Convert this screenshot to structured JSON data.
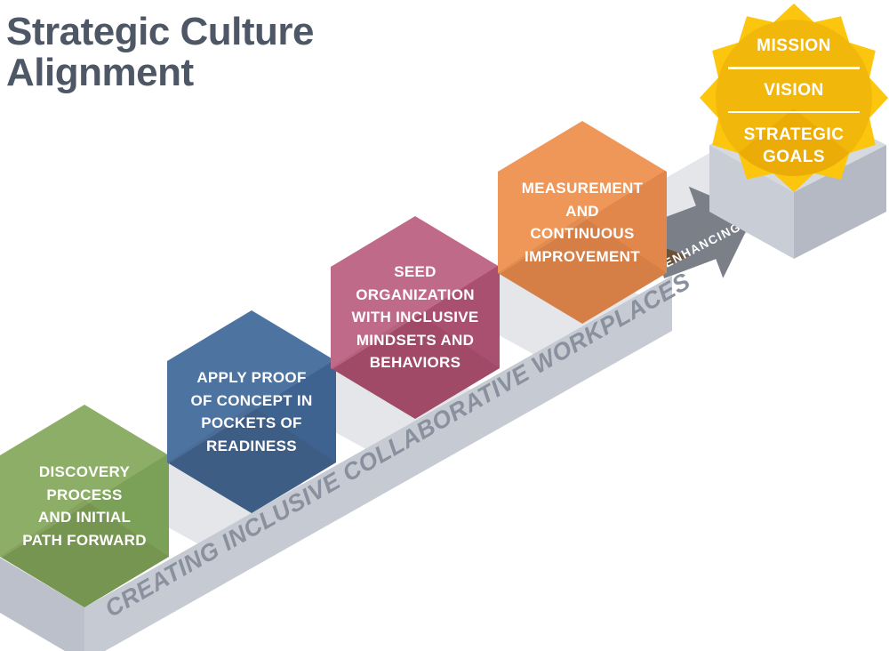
{
  "title": {
    "text": "Strategic Culture\nAlignment",
    "color": "#4d5765"
  },
  "ramp": {
    "label": "CREATING INCLUSIVE COLLABORATIVE WORKPLACES",
    "label_color": "#8a919e",
    "front_face_color": "#c6cad3",
    "side_face_color": "#bcc0ca",
    "step_face_color": "#e4e6ea"
  },
  "arrow": {
    "label": "ENHANCING",
    "label_color": "#ffffff",
    "color": "#7a7f88",
    "shadow_color": "#6b5136"
  },
  "steps": [
    {
      "id": "discovery",
      "label": "DISCOVERY\nPROCESS\nAND INITIAL\nPATH FORWARD",
      "color_light": "#8cae67",
      "color_dark": "#7ba057"
    },
    {
      "id": "apply-proof",
      "label": "APPLY PROOF\nOF CONCEPT IN\nPOCKETS OF\nREADINESS",
      "color_light": "#4d74a1",
      "color_dark": "#3e6390"
    },
    {
      "id": "seed-organization",
      "label": "SEED\nORGANIZATION\nWITH INCLUSIVE\nMINDSETS AND\nBEHAVIORS",
      "color_light": "#c06a8a",
      "color_dark": "#a94f70"
    },
    {
      "id": "measurement",
      "label": "MEASUREMENT\nAND\nCONTINUOUS\nIMPROVEMENT",
      "color_light": "#ef9759",
      "color_dark": "#e2874b"
    }
  ],
  "badge": {
    "items": [
      "MISSION",
      "VISION",
      "STRATEGIC\nGOALS"
    ],
    "text_color": "#ffffff",
    "divider_color": "#ffffff",
    "star_color": "#fdc60e",
    "disc_color": "#f2b70b",
    "shade_color": "#e8a906",
    "pedestal_top_color": "#d6d9de",
    "pedestal_left_color": "#c9cdd5",
    "pedestal_right_color": "#b4b9c3"
  }
}
